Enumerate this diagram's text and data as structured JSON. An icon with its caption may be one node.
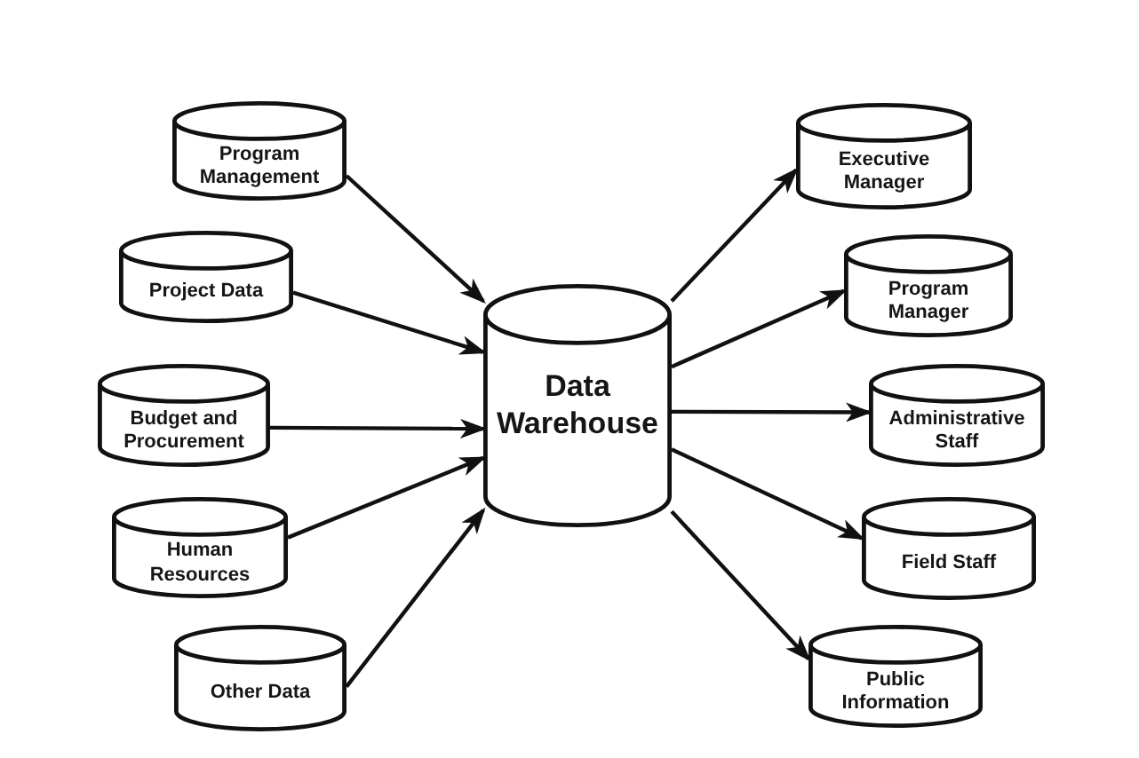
{
  "diagram": {
    "nodes": [
      {
        "text": [
          "Program Management"
        ]
      },
      {
        "text": [
          "Project Data"
        ]
      },
      {
        "text": [
          "Budget and Procurement"
        ]
      },
      {
        "text": [
          "Human Resources"
        ]
      },
      {
        "text": [
          "Other Data"
        ]
      },
      {
        "text": [
          "Data Warehouse"
        ]
      },
      {
        "text": [
          "Executive Manager"
        ]
      },
      {
        "text": [
          "Program Manager"
        ]
      },
      {
        "text": [
          "Administrative Staff"
        ]
      },
      {
        "text": [
          "Field Staff"
        ]
      },
      {
        "text": [
          "Public Information"
        ]
      }
    ],
    "edges": [
      {
        "from": 0,
        "to": 5,
        "arrow": "to"
      },
      {
        "from": 1,
        "to": 5,
        "arrow": "to"
      },
      {
        "from": 2,
        "to": 5,
        "arrow": "to"
      },
      {
        "from": 3,
        "to": 5,
        "arrow": "to"
      },
      {
        "from": 4,
        "to": 5,
        "arrow": "to"
      },
      {
        "from": 5,
        "to": 6,
        "arrow": "to"
      },
      {
        "from": 5,
        "to": 7,
        "arrow": "to"
      },
      {
        "from": 5,
        "to": 8,
        "arrow": "to"
      },
      {
        "from": 5,
        "to": 9,
        "arrow": "to"
      },
      {
        "from": 5,
        "to": 10,
        "arrow": "to"
      }
    ]
  }
}
